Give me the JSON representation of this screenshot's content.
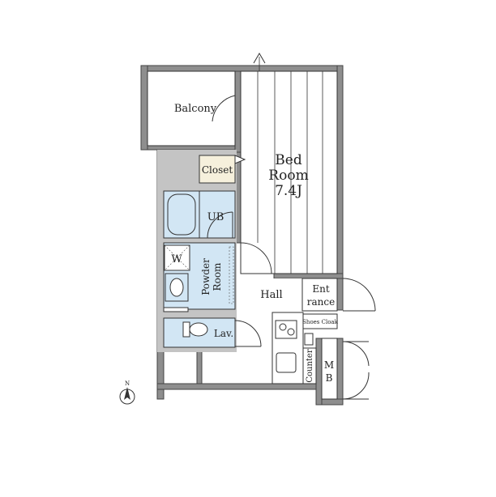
{
  "floorplan": {
    "rooms": {
      "balcony": "Balcony",
      "closet": "Closet",
      "bedroom_name_1": "Bed",
      "bedroom_name_2": "Room",
      "bedroom_size": "7.4J",
      "ub": "UB",
      "washer": "W",
      "powder_1": "Powder",
      "powder_2": "Room",
      "lav": "Lav.",
      "hall": "Hall",
      "entrance_1": "Ent",
      "entrance_2": "rance",
      "shoes_cloak": "Shoes Cloak",
      "counter": "Counter",
      "mb_1": "M",
      "mb_2": "B"
    },
    "compass": {
      "north_label": "N"
    },
    "colors": {
      "wall": "#8e8e8e",
      "wall_outline": "#444444",
      "wet_area": "#d2e6f4",
      "closet": "#f6f0dc",
      "line": "#333333"
    }
  }
}
